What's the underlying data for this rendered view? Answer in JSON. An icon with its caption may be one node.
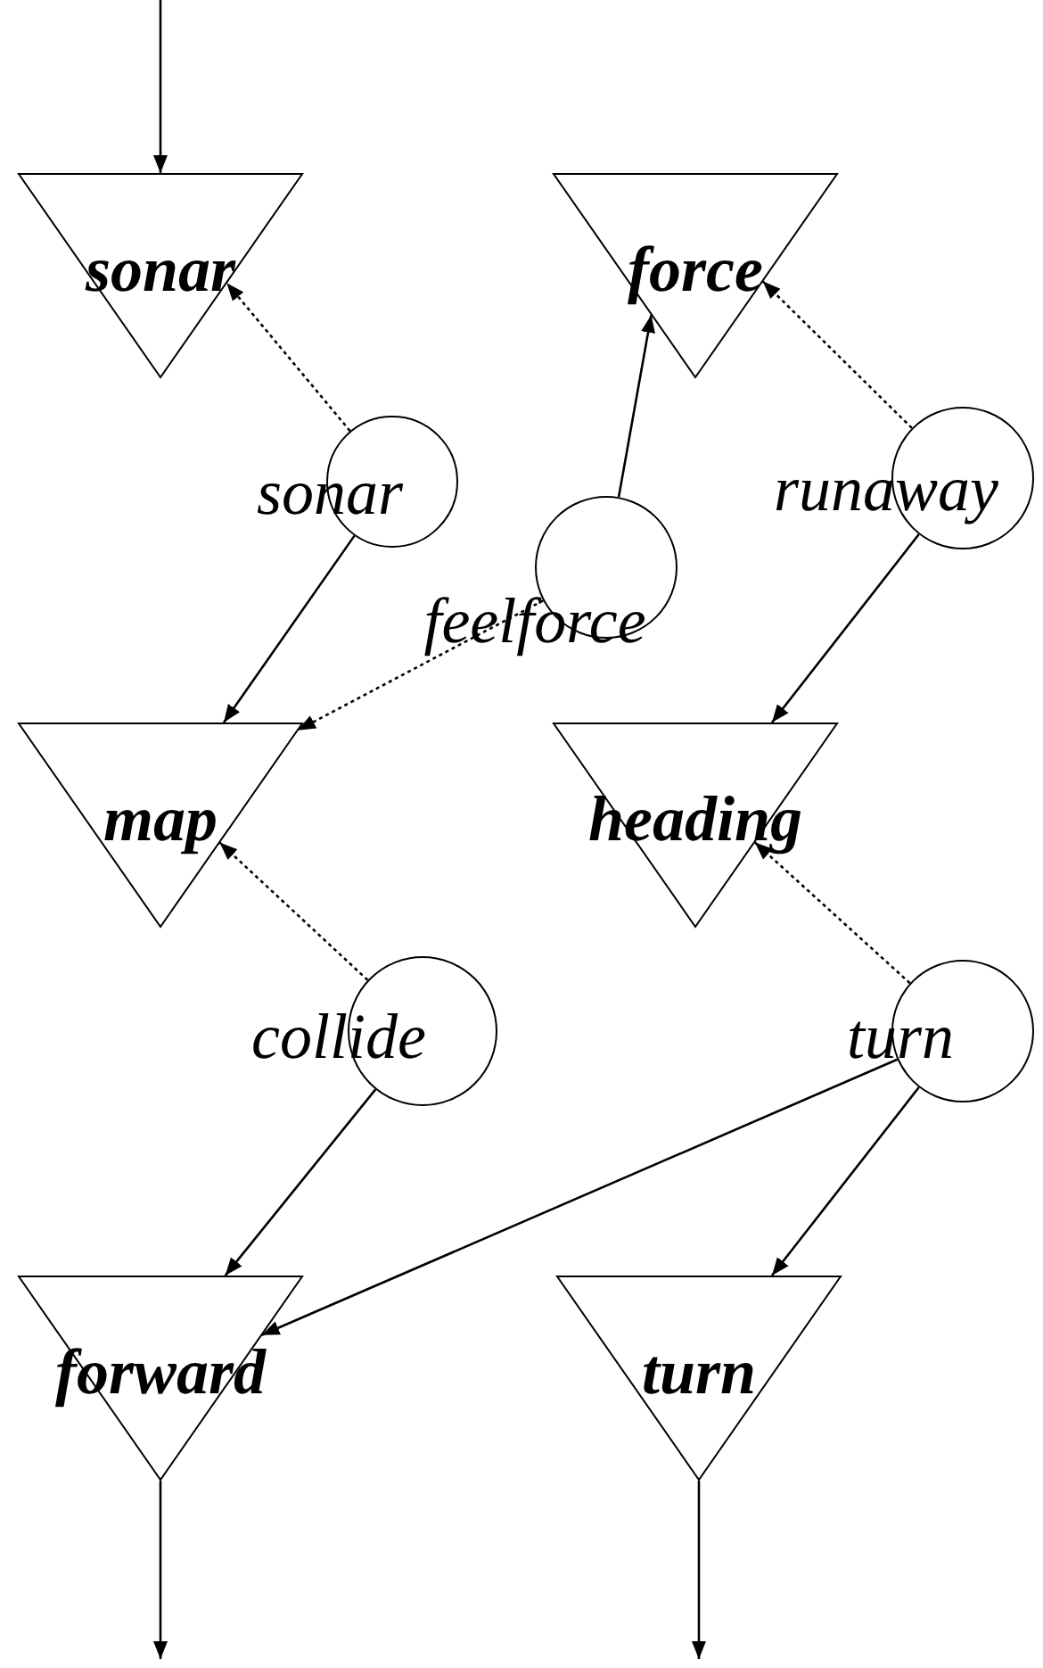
{
  "diagram": {
    "nodes": [
      {
        "text": [
          "sonar"
        ]
      },
      {
        "text": [
          "force"
        ]
      },
      {
        "text": [
          "sonar"
        ]
      },
      {
        "text": [
          "runaway"
        ]
      },
      {
        "text": [
          "feelforce"
        ]
      },
      {
        "text": [
          "map"
        ]
      },
      {
        "text": [
          "heading"
        ]
      },
      {
        "text": [
          "collide"
        ]
      },
      {
        "text": [
          "turn"
        ]
      },
      {
        "text": [
          "forward"
        ]
      },
      {
        "text": [
          "turn"
        ]
      }
    ],
    "edges": [
      {
        "from": null,
        "to": 0,
        "arrow": "to"
      },
      {
        "from": 2,
        "to": 0,
        "arrow": "to",
        "style": "dashed"
      },
      {
        "from": 2,
        "to": 5,
        "arrow": "to"
      },
      {
        "from": 4,
        "to": 1,
        "arrow": "to"
      },
      {
        "from": 4,
        "to": 5,
        "arrow": "to",
        "style": "dashed"
      },
      {
        "from": 3,
        "to": 1,
        "arrow": "to",
        "style": "dashed"
      },
      {
        "from": 3,
        "to": 6,
        "arrow": "to"
      },
      {
        "from": 7,
        "to": 5,
        "arrow": "to",
        "style": "dashed"
      },
      {
        "from": 7,
        "to": 9,
        "arrow": "to"
      },
      {
        "from": 8,
        "to": 6,
        "arrow": "to",
        "style": "dashed"
      },
      {
        "from": 8,
        "to": 9,
        "arrow": "to"
      },
      {
        "from": 8,
        "to": 10,
        "arrow": "to"
      },
      {
        "from": 9,
        "to": null,
        "arrow": "to"
      },
      {
        "from": 10,
        "to": null,
        "arrow": "to"
      }
    ]
  }
}
